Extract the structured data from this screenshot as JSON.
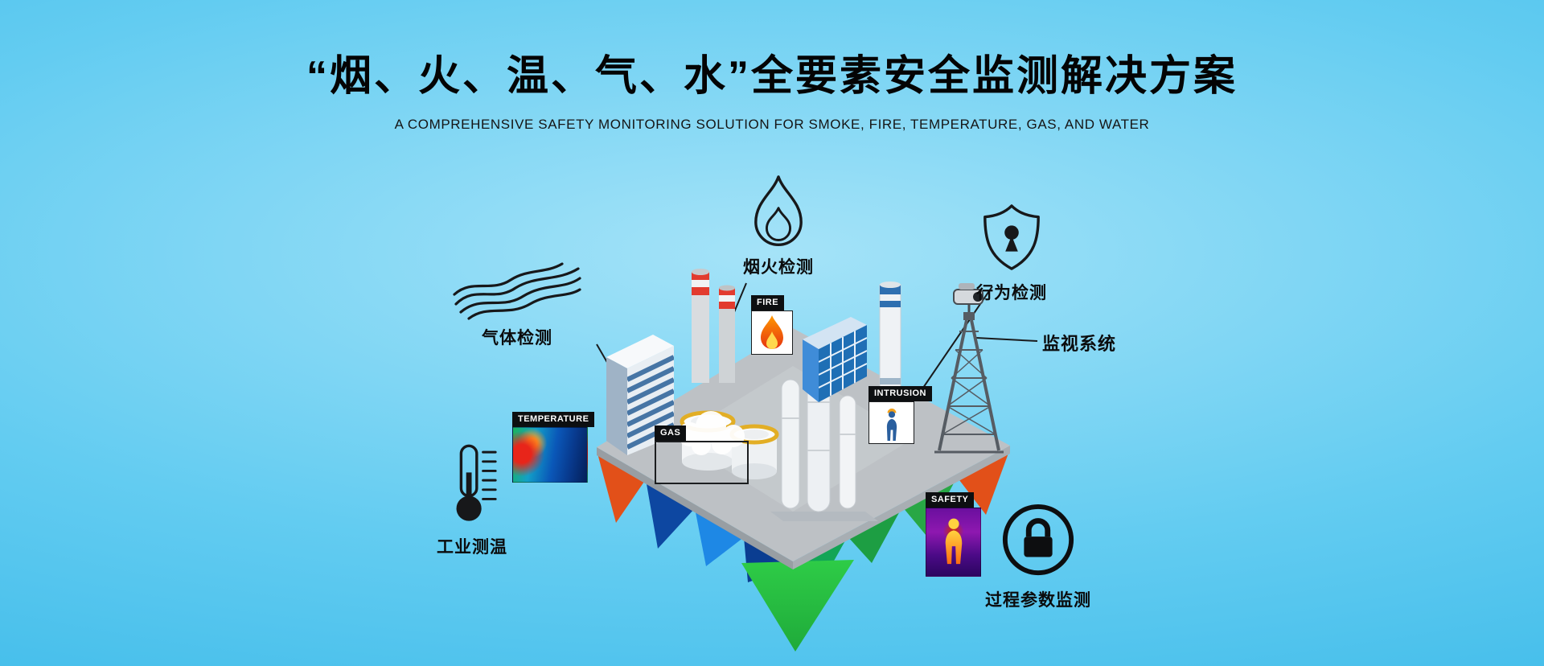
{
  "page": {
    "title": "“烟、火、温、气、水”全要素安全监测解决方案",
    "subtitle": "A COMPREHENSIVE SAFETY MONITORING SOLUTION FOR SMOKE, FIRE, TEMPERATURE, GAS, AND WATER"
  },
  "callouts": {
    "gas": {
      "label": "气体检测",
      "icon": "gas-smoke-waves-icon"
    },
    "smoke_fire": {
      "label": "烟火检测",
      "icon": "flame-outline-icon"
    },
    "behavior": {
      "label": "行为检测",
      "icon": "shield-keyhole-icon"
    },
    "surveillance": {
      "label": "监视系统",
      "icon": "ptz-camera-on-tower"
    },
    "industrial_temperature": {
      "label": "工业测温",
      "icon": "thermometer-icon"
    },
    "process_parameters": {
      "label": "过程参数监测",
      "icon": "padlock-circle-icon"
    }
  },
  "scene_tags": {
    "temperature": "TEMPERATURE",
    "fire": "FIRE",
    "gas": "GAS",
    "intrusion": "INTRUSION",
    "safety": "SAFETY"
  },
  "colors": {
    "background_top": "#49c1ea",
    "background_center": "#9be0f8",
    "background_bottom": "#2db3e4",
    "title_text": "#000000",
    "platform_gray": "#bdc1c5",
    "facet_orange": "#e25019",
    "facet_blue_dark": "#0d47a1",
    "facet_blue": "#1e88e5",
    "facet_green": "#2ecc47",
    "tag_background": "#0d0f11"
  }
}
